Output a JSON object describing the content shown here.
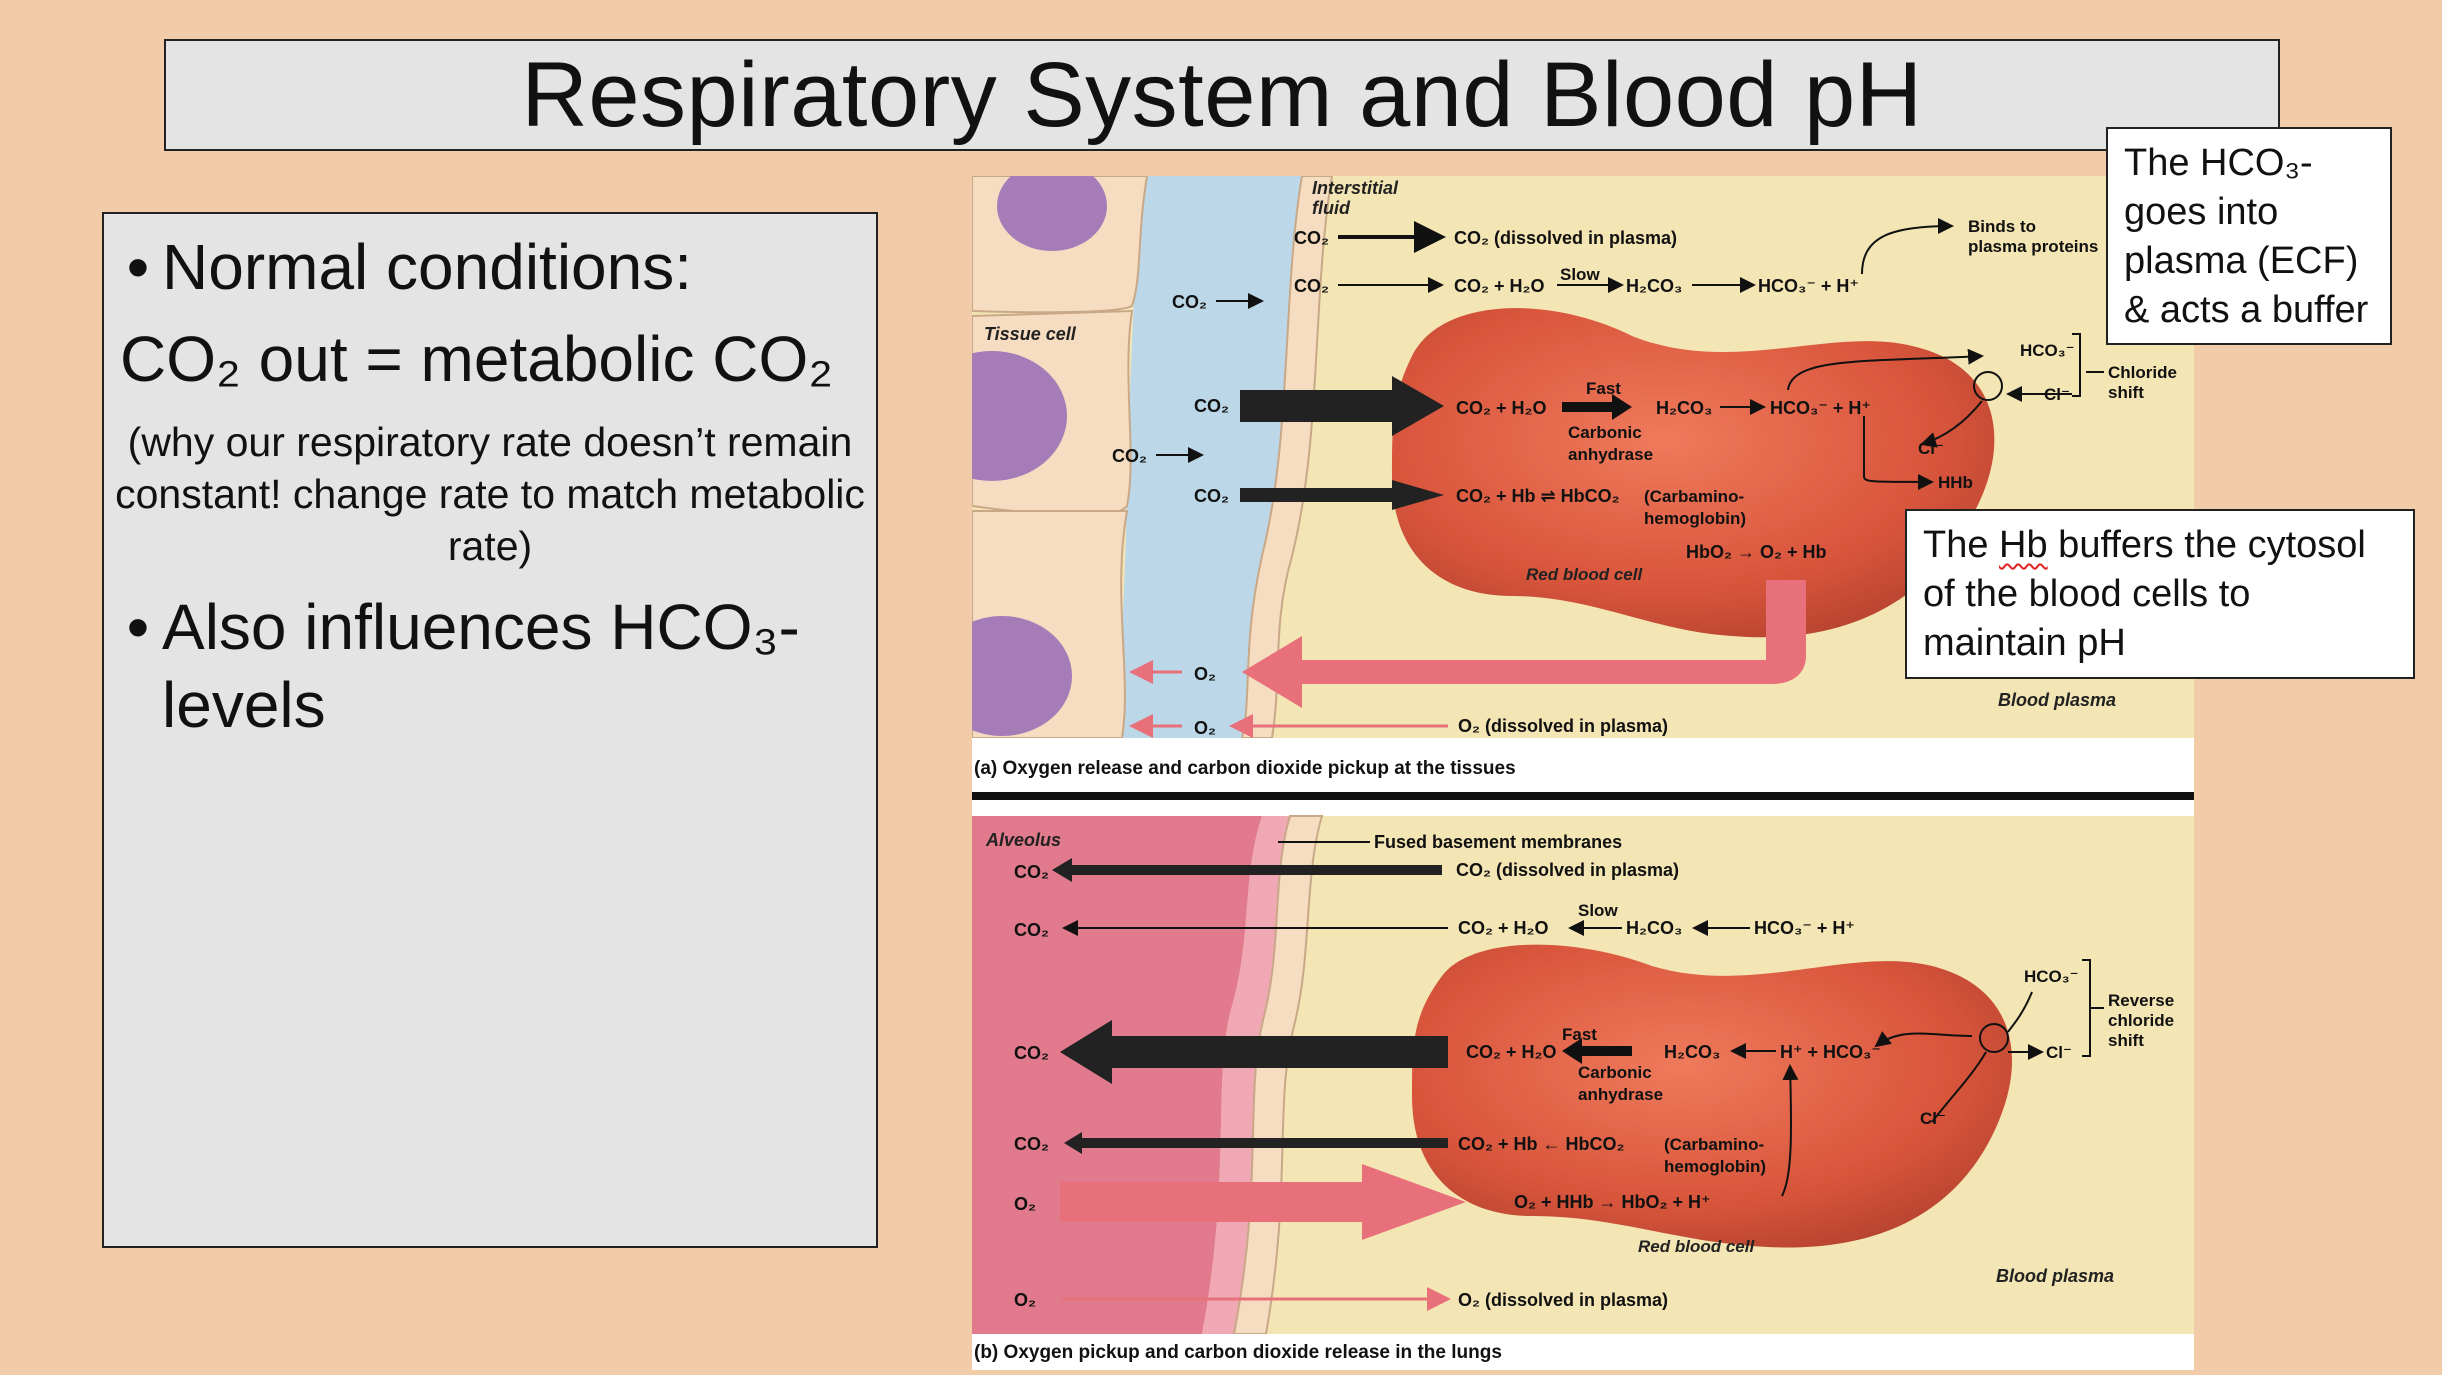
{
  "title": "Respiratory System and Blood pH",
  "left_panel": {
    "bullet_1": "Normal conditions:",
    "equation": "CO₂ out = metabolic CO₂",
    "note": "(why our respiratory rate doesn’t remain constant! change rate to match metabolic rate)",
    "bullet_2": "Also influences HCO₃- levels",
    "bullet_symbol": "•"
  },
  "callouts": {
    "hco3": "The HCO₃- goes into plasma  (ECF) & acts a buffer",
    "hb_before": "The ",
    "hb_word": "Hb",
    "hb_after": " buffers the cytosol of the blood cells to maintain pH"
  },
  "figure": {
    "panel_a": {
      "interstitial_fluid": "Interstitial fluid",
      "tissue_cell": "Tissue cell",
      "co2": "CO₂",
      "o2": "O₂",
      "co2_dissolved": "CO₂ (dissolved in plasma)",
      "slow_eq_left": "CO₂ + H₂O",
      "slow": "Slow",
      "h2co3": "H₂CO₃",
      "hco3_h": "HCO₃⁻ + H⁺",
      "binds_plasma_protein": "Binds to plasma proteins",
      "fast": "Fast",
      "carbonic_anhydrase": "Carbonic anhydrase",
      "hco3": "HCO₃⁻",
      "cl": "Cl⁻",
      "chloride_shift": "Chloride shift",
      "hhb": "HHb",
      "carbamino_eq": "CO₂ + Hb ⇌ HbCO₂",
      "carbamino": "(Carbamino- hemoglobin)",
      "hbo2_eq": "HbO₂ → O₂ + Hb",
      "red_blood_cell": "Red blood cell",
      "blood_plasma": "Blood plasma",
      "o2_dissolved": "O₂ (dissolved in plasma)",
      "caption": "(a)  Oxygen release and carbon dioxide pickup at the tissues"
    },
    "panel_b": {
      "alveolus": "Alveolus",
      "fused_membranes": "Fused basement membranes",
      "co2": "CO₂",
      "o2": "O₂",
      "co2_dissolved": "CO₂ (dissolved in plasma)",
      "slow_eq_left": "CO₂ + H₂O",
      "slow": "Slow",
      "h2co3": "H₂CO₃",
      "hco3_h": "HCO₃⁻ + H⁺",
      "fast": "Fast",
      "carbonic_anhydrase": "Carbonic anhydrase",
      "h_hco3": "H⁺ + HCO₃⁻",
      "hco3": "HCO₃⁻",
      "cl": "Cl⁻",
      "reverse_chloride_shift": "Reverse chloride shift",
      "carbamino_eq": "CO₂ + Hb ← HbCO₂",
      "carbamino": "(Carbamino- hemoglobin)",
      "hhb_eq": "O₂ + HHb → HbO₂ + H⁺",
      "red_blood_cell": "Red blood cell",
      "blood_plasma": "Blood plasma",
      "o2_dissolved": "O₂ (dissolved in plasma)",
      "caption": "(b)  Oxygen pickup and carbon dioxide release in the lungs"
    }
  },
  "colors": {
    "background": "#f2cba9",
    "box_fill": "#e4e4e4",
    "plasma": "#f4e6b4",
    "rbc": "#d8553c",
    "interstitial": "#bcd8e8",
    "tissue": "#f6dcc0",
    "nucleus": "#a57cb8",
    "alveolus": "#e07a8c",
    "o2_arrow": "#e8707a"
  }
}
